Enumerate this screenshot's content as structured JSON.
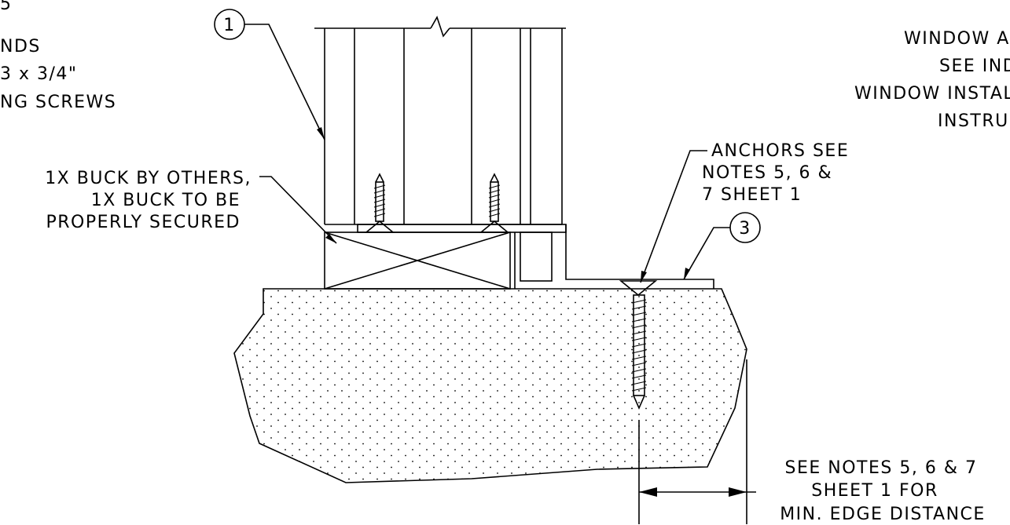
{
  "notes": {
    "top_left": [
      "5",
      "NDS",
      "3 x 3/4\"",
      "NG SCREWS"
    ],
    "top_right": [
      "WINDOW A",
      "SEE INDI",
      "WINDOW INSTAL",
      "INSTRU"
    ],
    "buck": [
      "1X BUCK BY OTHERS,",
      "1X BUCK TO BE",
      "PROPERLY SECURED"
    ],
    "anchors": [
      "ANCHORS SEE",
      "NOTES 5, 6 &",
      "7 SHEET 1"
    ],
    "edge_distance": [
      "SEE NOTES 5, 6 & 7",
      "SHEET 1 FOR",
      "MIN. EDGE DISTANCE"
    ]
  },
  "callouts": {
    "frame": "1",
    "sill": "3"
  }
}
